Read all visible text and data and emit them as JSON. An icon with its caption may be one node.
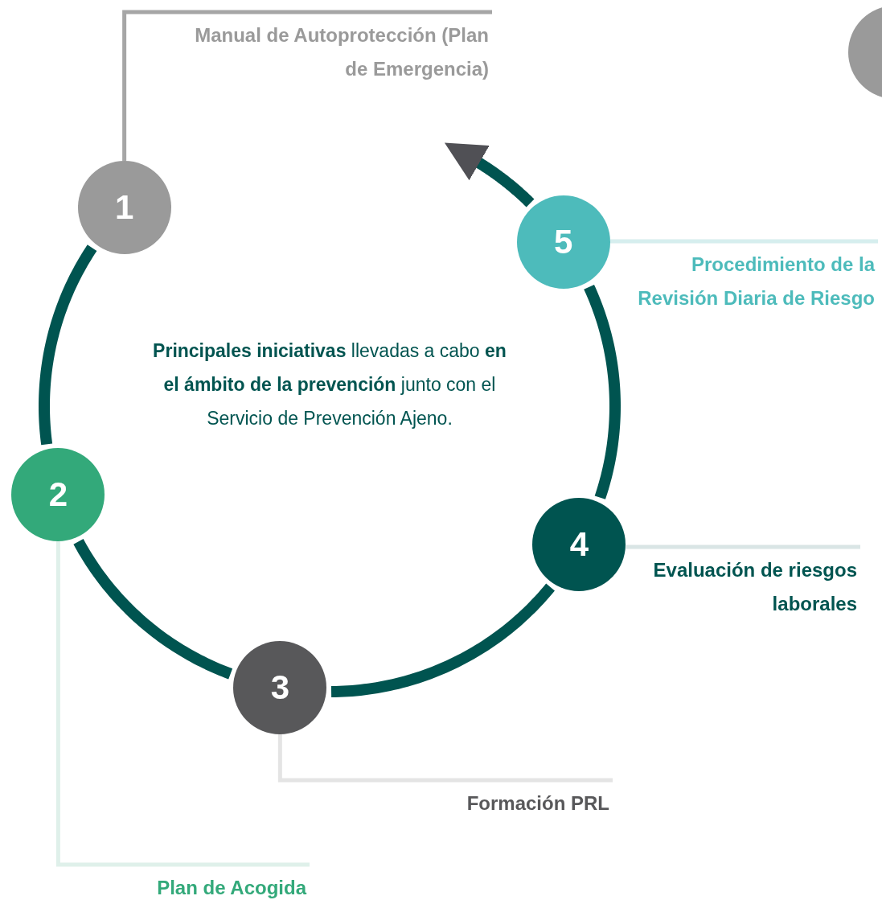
{
  "diagram": {
    "nodes": [
      {
        "text": [
          "1"
        ]
      },
      {
        "text": [
          "2"
        ]
      },
      {
        "text": [
          "3"
        ]
      },
      {
        "text": [
          "4"
        ]
      },
      {
        "text": [
          "5"
        ]
      },
      {
        "text": [
          "Manual de Autoprotección (Plan de Emergencia)"
        ]
      },
      {
        "text": [
          "Plan de Acogida"
        ]
      },
      {
        "text": [
          "Formación PRL"
        ]
      },
      {
        "text": [
          "Evaluación de riesgos laborales"
        ]
      },
      {
        "text": [
          "Procedimiento de la Revisión Diaria de Riesgo"
        ]
      }
    ],
    "edges": [
      {
        "from": 0,
        "to": 1,
        "arrow": "none",
        "style": "thick"
      },
      {
        "from": 1,
        "to": 2,
        "arrow": "none",
        "style": "thick"
      },
      {
        "from": 2,
        "to": 3,
        "arrow": "none",
        "style": "thick"
      },
      {
        "from": 3,
        "to": 4,
        "arrow": "none",
        "style": "thick"
      },
      {
        "from": 4,
        "to": null,
        "arrow": "to",
        "style": "thick"
      },
      {
        "from": 5,
        "to": 0,
        "arrow": "none",
        "color": "#a6a6a6"
      },
      {
        "from": 6,
        "to": 1,
        "arrow": "none",
        "color": "#dff0ea"
      },
      {
        "from": 7,
        "to": 2,
        "arrow": "none",
        "color": "#e4e4e4"
      },
      {
        "from": 8,
        "to": 3,
        "arrow": "none",
        "color": "#d9e5e5"
      },
      {
        "from": 9,
        "to": 4,
        "arrow": "none",
        "color": "#d6eeee"
      }
    ],
    "labels": [
      "**Principales iniciativas** llevadas a cabo **en el ámbito de la prevención** junto con el Servicio de Prevención Ajeno."
    ]
  }
}
